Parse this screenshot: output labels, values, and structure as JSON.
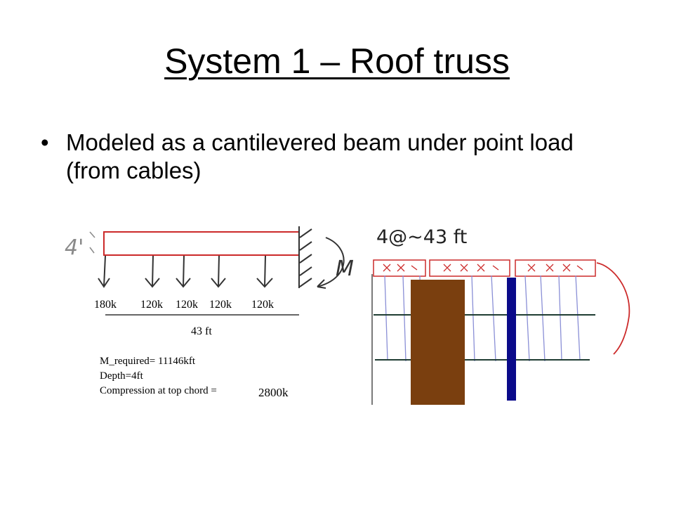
{
  "slide": {
    "title": "System 1 – Roof truss",
    "bullet": "Modeled as a cantilevered beam under point load (from cables)"
  },
  "beam_sketch": {
    "depth_label": "4'",
    "moment_label": "M",
    "loads": [
      "180k",
      "120k",
      "120k",
      "120k",
      "120k"
    ],
    "span_label": "43 ft",
    "calc_lines": [
      "M_required= 11146kft",
      "Depth=4ft",
      "Compression at top chord ="
    ],
    "compression_value": "2800k"
  },
  "elevation_sketch": {
    "spacing_label": "4@~43 ft"
  },
  "colors": {
    "beam_outline": "#cc2a2a",
    "column_brown": "#7a3f0f",
    "column_blue": "#0a0a8a",
    "hanger_lavender": "#8a8fd6",
    "chord_green": "#1f3d33",
    "pencil": "#333333"
  }
}
